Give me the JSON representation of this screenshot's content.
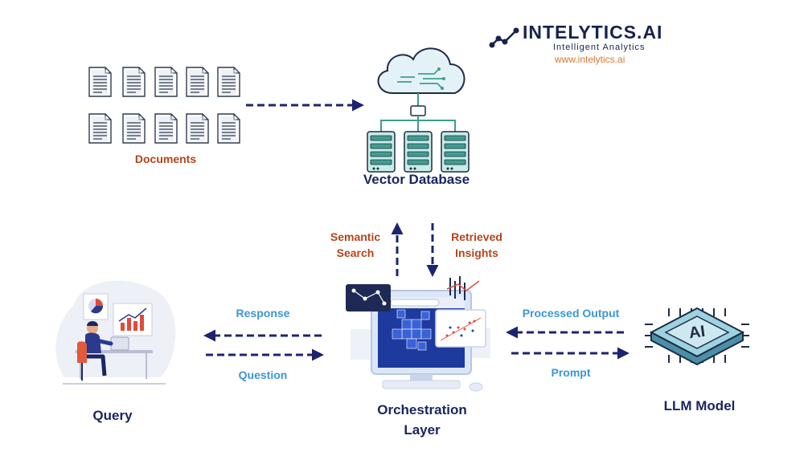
{
  "brand": {
    "name": "INTELYTICS.AI",
    "tagline": "Intelligent Analytics",
    "url": "www.intelytics.ai"
  },
  "nodes": {
    "documents": "Documents",
    "vector_database": "Vector Database",
    "query": "Query",
    "orchestration_line1": "Orchestration",
    "orchestration_line2": "Layer",
    "llm_model": "LLM Model",
    "ai_chip_text": "AI"
  },
  "edges": {
    "semantic_line1": "Semantic",
    "semantic_line2": "Search",
    "retrieved_line1": "Retrieved",
    "retrieved_line2": "Insights",
    "response": "Response",
    "question": "Question",
    "processed_output": "Processed Output",
    "prompt": "Prompt"
  },
  "colors": {
    "navy": "#1a2660",
    "arrow": "#1c2470",
    "brown": "#b3441b",
    "blue": "#3a96d6",
    "orange": "#d9772b",
    "teal": "#3f9d8f"
  }
}
